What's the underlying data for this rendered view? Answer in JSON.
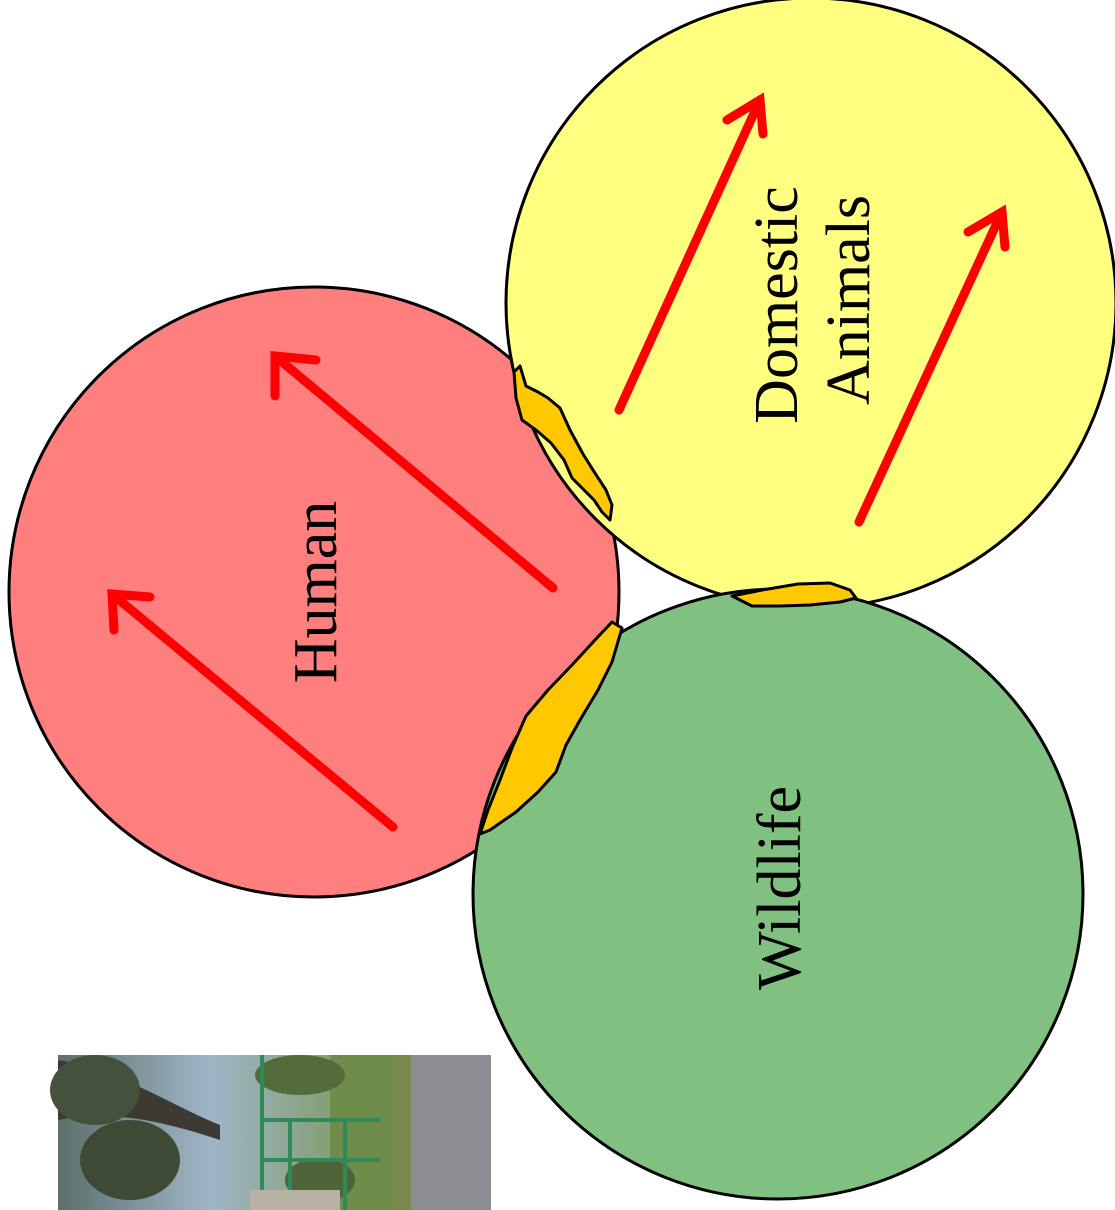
{
  "diagram": {
    "circles": {
      "human": {
        "label": "Human",
        "fill": "#FF7F7F"
      },
      "domestic": {
        "label_line1": "Domestic",
        "label_line2": "Animals",
        "fill": "#FFFF80"
      },
      "wildlife": {
        "label": "Wildlife",
        "fill": "#80C080"
      }
    },
    "overlap_color": "#FFC800",
    "arrow_color": "#FF0000",
    "outline_color": "#000000",
    "arrows_in_human": 2,
    "arrows_in_domestic": 2
  },
  "photo": {
    "content": "roadside park scene with tree and green fence (rotated)"
  }
}
